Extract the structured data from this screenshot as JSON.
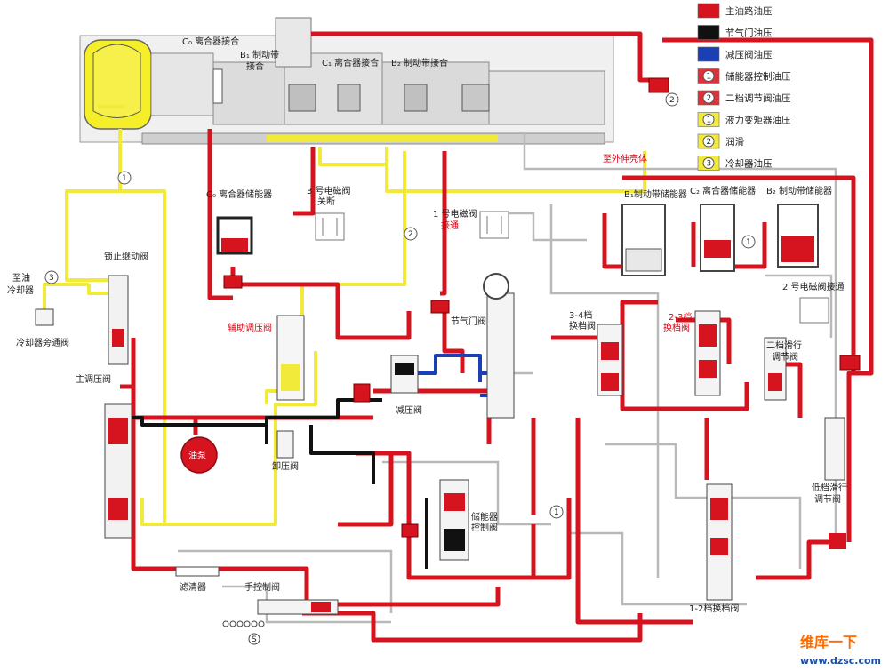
{
  "colors": {
    "main_line": "#d6141f",
    "throttle": "#111111",
    "cutback": "#1b3fb5",
    "accumulator_control": "#e0303a",
    "second_coast": "#e0303a",
    "converter": "#f2ea3a",
    "lubrication": "#f2ea3a",
    "cooler": "#f2ea3a",
    "aux": "#b9b9b9"
  },
  "legend": [
    {
      "key": "main",
      "badge": "",
      "label": "主油路油压",
      "color": "#d6141f"
    },
    {
      "key": "throttle",
      "badge": "",
      "label": "节气门油压",
      "color": "#111111"
    },
    {
      "key": "cutback",
      "badge": "",
      "label": "减压阀油压",
      "color": "#1b3fb5"
    },
    {
      "key": "acc",
      "badge": "1",
      "label": "储能器控制油压",
      "color": "#e0303a"
    },
    {
      "key": "coast",
      "badge": "2",
      "label": "二档调节阀油压",
      "color": "#e0303a"
    },
    {
      "key": "conv",
      "badge": "1",
      "label": "液力变矩器油压",
      "color": "#f2ea3a"
    },
    {
      "key": "lube",
      "badge": "2",
      "label": "润滑",
      "color": "#f2ea3a"
    },
    {
      "key": "cool",
      "badge": "3",
      "label": "冷却器油压",
      "color": "#f2ea3a"
    }
  ],
  "labels": {
    "c0_clutch_applied": "C₀ 离合器接合",
    "b1_brake_applied": "B₁ 制动带",
    "b1_brake_applied2": "接合",
    "c1_clutch_applied": "C₁ 离合器接合",
    "b2_brake_applied": "B₂ 制动带接合",
    "to_extension": "至外伸壳体",
    "c0_accumulator": "C₀ 离合器储能器",
    "sol3_off_a": "3 号电磁阀",
    "sol3_off_b": "关断",
    "sol1_on_a": "1 号电磁阀",
    "sol1_on_b": "接通",
    "b1_accumulator": "B₁制动带储能器",
    "c2_accumulator": "C₂ 离合器储能器",
    "b2_accumulator": "B₂ 制动带储能器",
    "sol2_on": "2 号电磁阀接通",
    "lockup_relay": "锁止继动阀",
    "to_cooler_a": "至油",
    "to_cooler_b": "冷却器",
    "cooler_bypass": "冷却器旁通阀",
    "secondary_regulator": "辅助调压阀",
    "throttle_valve": "节气门阀",
    "shift_34_a": "3-4档",
    "shift_34_b": "换档阀",
    "shift_23_a": "2-3档",
    "shift_23_b": "换档阀",
    "second_coast_a": "二档滑行",
    "second_coast_b": "调节阀",
    "primary_regulator": "主调压阀",
    "cutback_valve": "减压阀",
    "pump": "油泵",
    "relief_valve": "卸压阀",
    "acc_control_a": "储能器",
    "acc_control_b": "控制阀",
    "low_coast_a": "低档滑行",
    "low_coast_b": "调节阀",
    "strainer": "滤清器",
    "manual_valve": "手控制阀",
    "shift_12": "1-2档换档阀",
    "pos_s": "S"
  },
  "circled": {
    "one": "1",
    "two": "2",
    "three": "3"
  },
  "watermark": {
    "line1": "维库一下",
    "line2": "www.dzsc.com"
  }
}
